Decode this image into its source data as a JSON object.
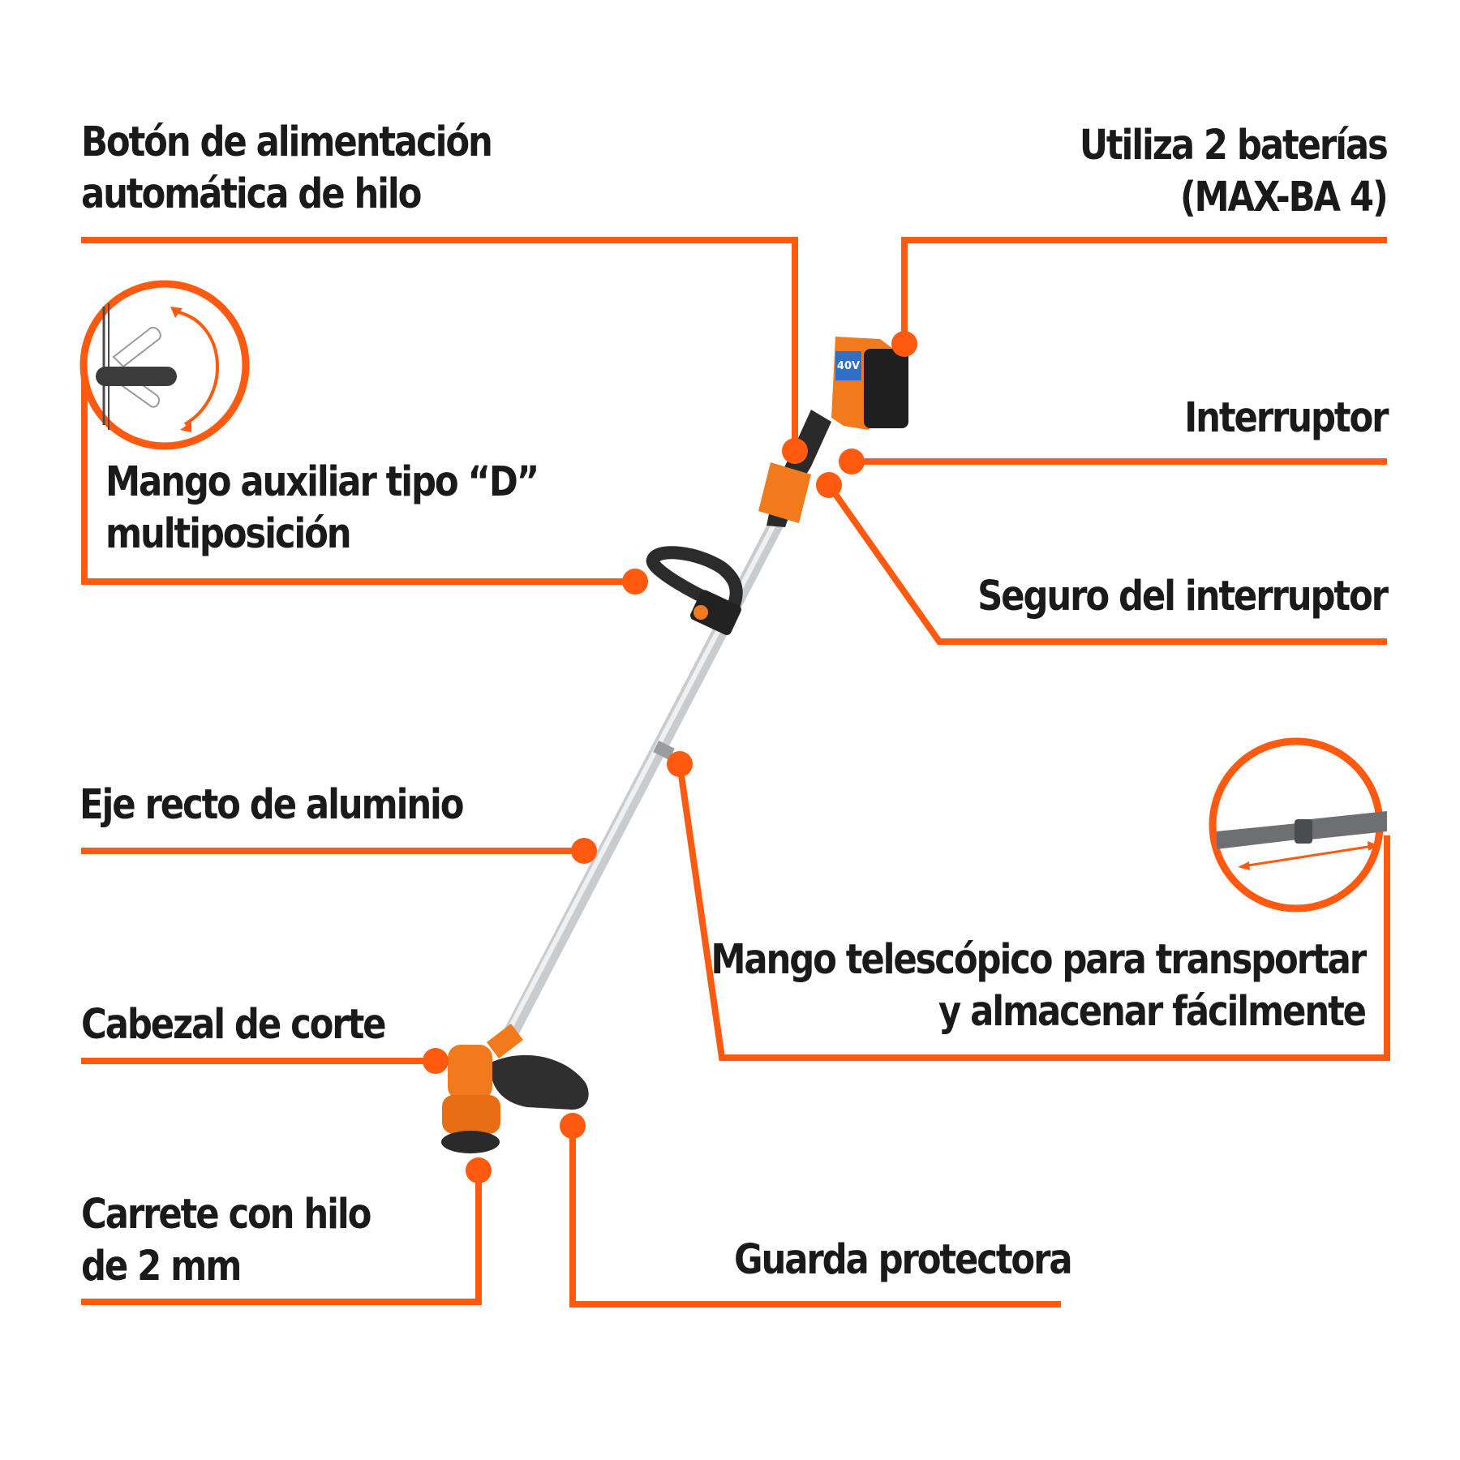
{
  "colors": {
    "accent": "#ff5a0f",
    "text": "#1a1a1a",
    "tool_orange": "#f07a1c",
    "shaft": "#cfd2d4",
    "grip": "#2c2c2c",
    "battery_blue": "#2f6fc7"
  },
  "battery_badge": "40V",
  "callouts": {
    "feed_button": [
      "Botón de alimentación",
      "automática de hilo"
    ],
    "batteries": [
      "Utiliza 2 baterías",
      "(MAX-BA 4)"
    ],
    "switch": [
      "Interruptor"
    ],
    "d_handle": [
      "Mango auxiliar tipo “D”",
      "multiposición"
    ],
    "switch_lock": [
      "Seguro del interruptor"
    ],
    "shaft": [
      "Eje recto de aluminio"
    ],
    "telescopic": [
      "Mango telescópico para transportar",
      "y almacenar fácilmente"
    ],
    "cutting_head": [
      "Cabezal de corte"
    ],
    "spool": [
      "Carrete con hilo",
      "de 2 mm"
    ],
    "guard": [
      "Guarda protectora"
    ]
  }
}
